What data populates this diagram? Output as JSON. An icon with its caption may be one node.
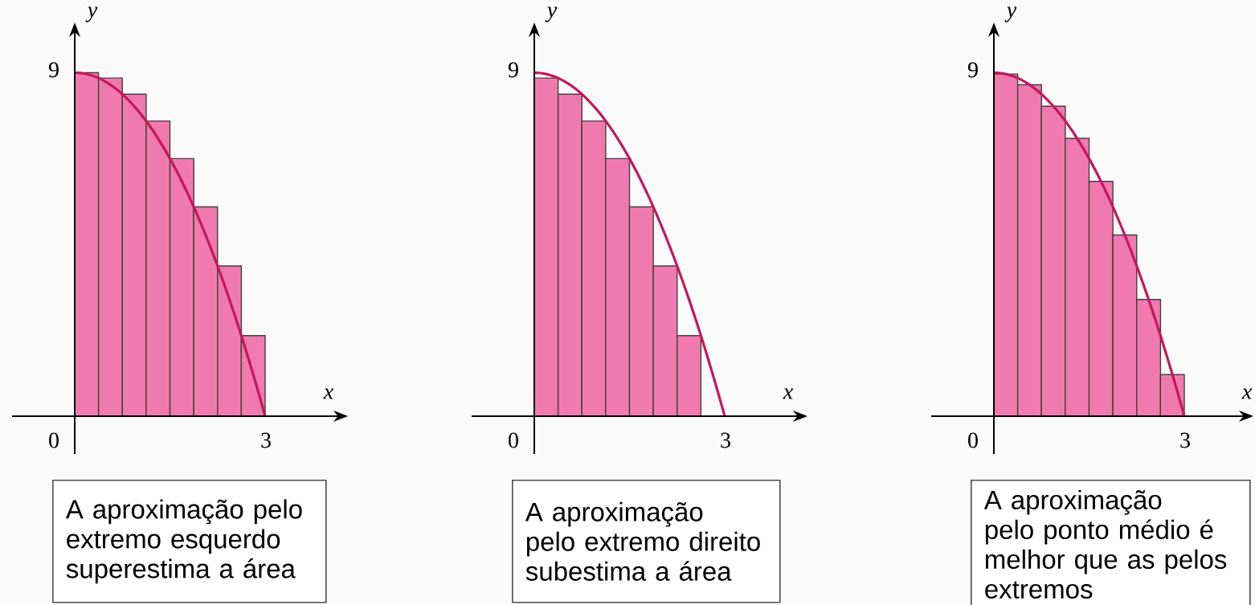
{
  "diagram": {
    "nodes": [
      {
        "text": [
          "A aproximação pelo extremo esquerdo superestima a área"
        ]
      },
      {
        "text": [
          "A aproximação pelo extremo direito subestima a área"
        ]
      },
      {
        "text": [
          "A aproximação pelo ponto médio é melhor que as pelos extremos"
        ]
      }
    ],
    "labels": [
      "y",
      "9",
      "x",
      "0",
      "3",
      "y",
      "9",
      "x",
      "0",
      "3",
      "y",
      "9",
      "x",
      "0",
      "3"
    ]
  }
}
